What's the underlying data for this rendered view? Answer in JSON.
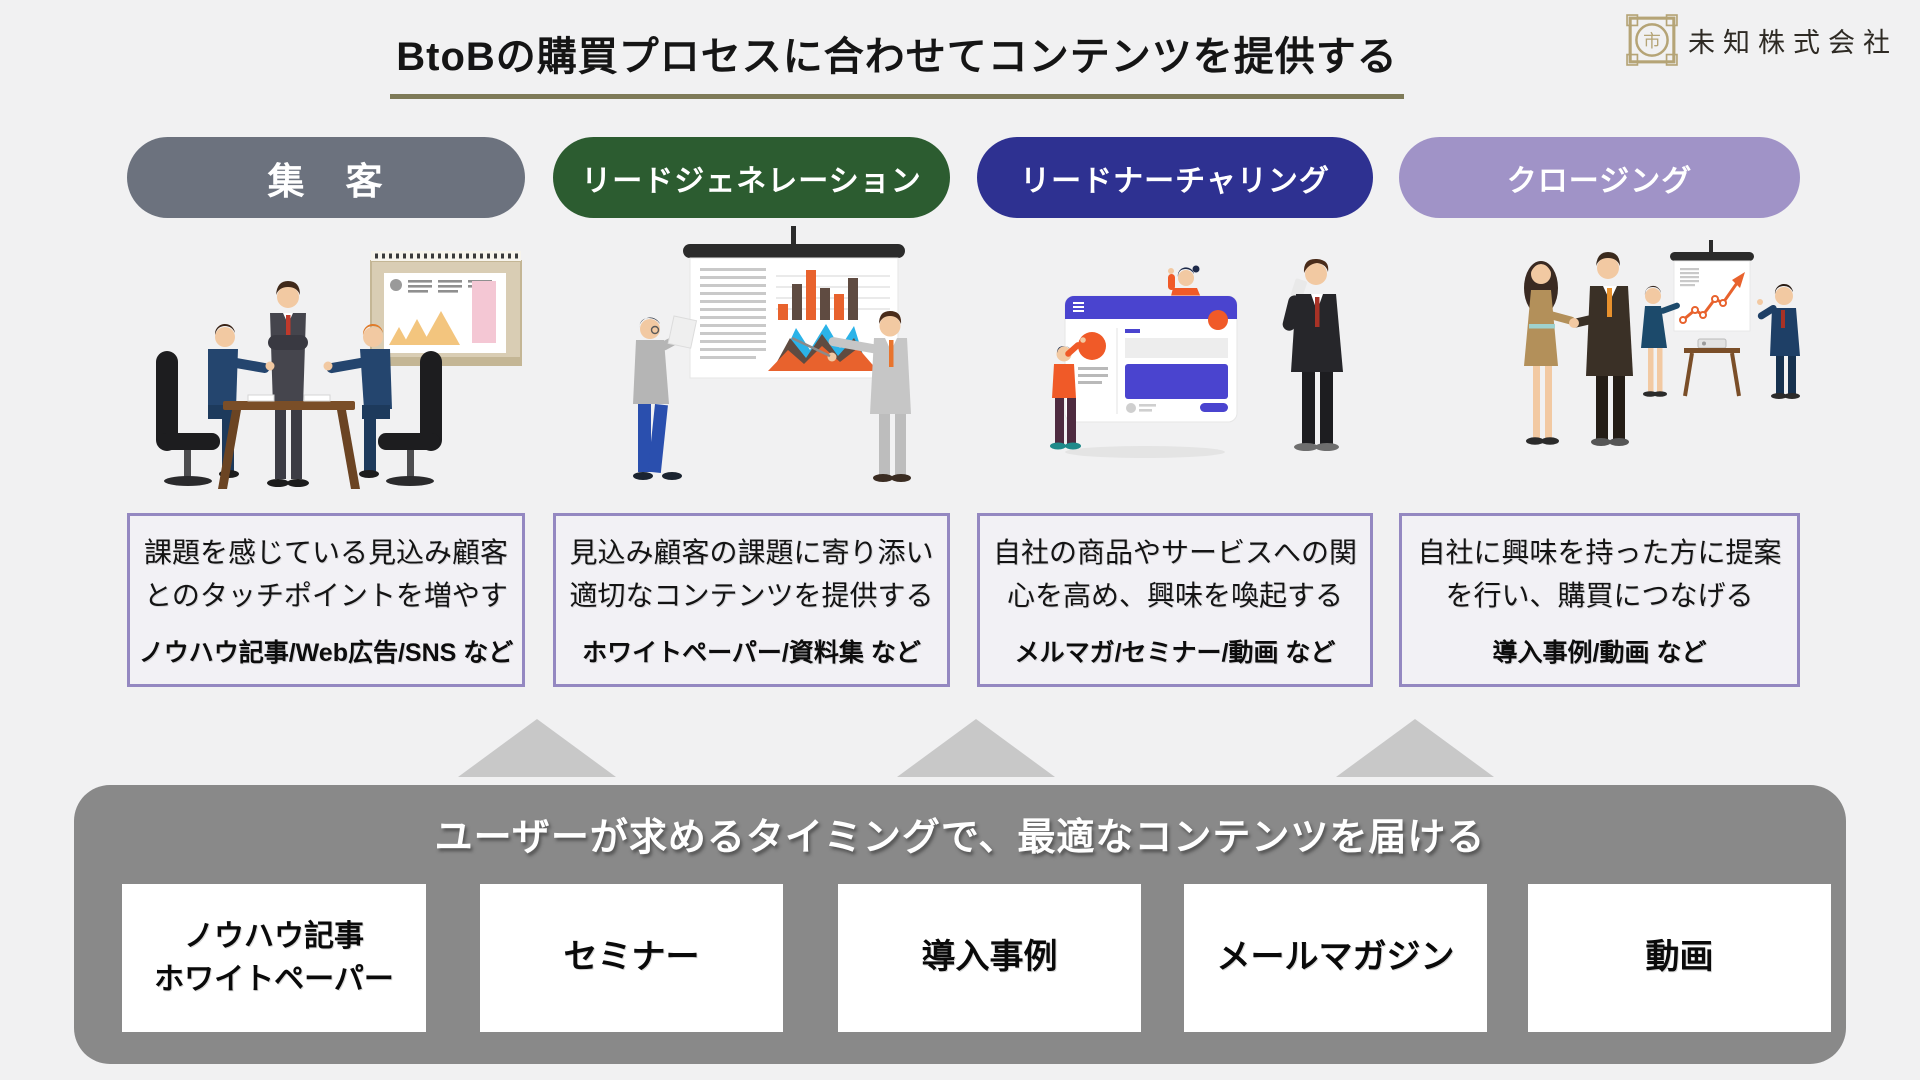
{
  "page": {
    "title": "BtoBの購買プロセスに合わせてコンテンツを提供する"
  },
  "logo": {
    "company": "未知株式会社",
    "mark": "市"
  },
  "colors": {
    "page_bg": "#f1f1f2",
    "title_underline": "#7e7a58",
    "box_border": "#9488c1",
    "band_bg": "#898989",
    "triangle": "#c8c8c8",
    "logo": "#b5a476"
  },
  "stages": [
    {
      "label": "集　客",
      "pill_color": "#6c727e",
      "description": "課題を感じている見込み顧客\nとのタッチポイントを増やす",
      "examples": "ノウハウ記事/Web広告/SNS など",
      "illustration": "business-meeting"
    },
    {
      "label": "リードジェネレーション",
      "pill_color": "#2c5c30",
      "description": "見込み顧客の課題に寄り添い\n適切なコンテンツを提供する",
      "examples": "ホワイトペーパー/資料集 など",
      "illustration": "chart-presentation"
    },
    {
      "label": "リードナーチャリング",
      "pill_color": "#2e3191",
      "description": "自社の商品やサービスへの関\n心を高め、興味を喚起する",
      "examples": "メルマガ/セミナー/動画 など",
      "illustration": "website-engagement"
    },
    {
      "label": "クロージング",
      "pill_color": "#a093c7",
      "description": "自社に興味を持った方に提案\nを行い、購買につなげる",
      "examples": "導入事例/動画 など",
      "illustration": "handshake-deal"
    }
  ],
  "band": {
    "heading": "ユーザーが求めるタイミングで、最適なコンテンツを届ける",
    "items": [
      {
        "label": "ノウハウ記事\nホワイトペーパー"
      },
      {
        "label": "セミナー"
      },
      {
        "label": "導入事例"
      },
      {
        "label": "メールマガジン"
      },
      {
        "label": "動画"
      }
    ]
  }
}
